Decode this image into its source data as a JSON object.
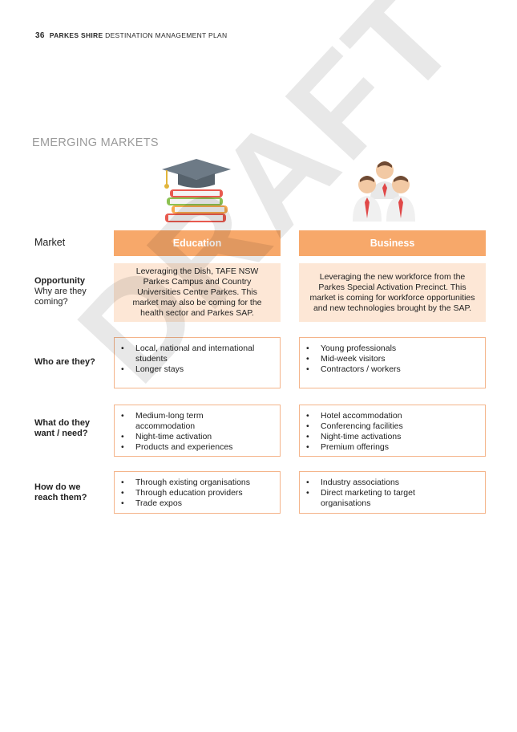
{
  "header": {
    "page_number": "36",
    "brand": "PARKES SHIRE",
    "doc_title": "DESTINATION MANAGEMENT PLAN"
  },
  "section_title": "EMERGING MARKETS",
  "watermark": "DRAFT",
  "labels": {
    "market": "Market",
    "opportunity_title": "Opportunity",
    "opportunity_sub1": "Why are they",
    "opportunity_sub2": "coming?",
    "who_line1": "Who are they?",
    "what_line1": "What do they",
    "what_line2": "want / need?",
    "how_line1": "How do we",
    "how_line2": "reach them?"
  },
  "icons": {
    "education": "graduation-cap-books-icon",
    "business": "business-people-icon"
  },
  "colors": {
    "header_fill": "#f7a86a",
    "opportunity_fill": "#fde7d6",
    "box_border": "#f4b48a",
    "section_title": "#9a9a9a"
  },
  "markets": [
    {
      "name": "Education",
      "opportunity": "Leveraging the Dish, TAFE NSW Parkes Campus and Country Universities Centre Parkes. This market may also be coming for the health sector and Parkes SAP.",
      "who": [
        "Local, national and international students",
        "Longer stays"
      ],
      "needs": [
        "Medium-long term accommodation",
        "Night-time activation",
        "Products and experiences"
      ],
      "reach": [
        "Through existing organisations",
        "Through education providers",
        "Trade expos"
      ]
    },
    {
      "name": "Business",
      "opportunity": "Leveraging the new workforce from the Parkes Special Activation Precinct. This market is coming for workforce opportunities and new technologies brought by the SAP.",
      "who": [
        "Young professionals",
        "Mid-week visitors",
        "Contractors / workers"
      ],
      "needs": [
        "Hotel accommodation",
        "Conferencing facilities",
        "Night-time activations",
        "Premium offerings"
      ],
      "reach": [
        "Industry associations",
        "Direct marketing to target organisations"
      ]
    }
  ]
}
